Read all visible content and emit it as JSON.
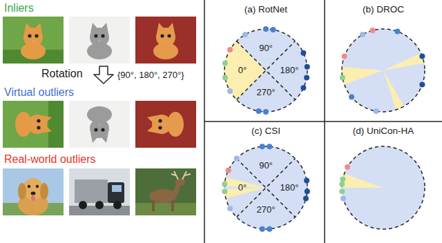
{
  "diagram": {
    "nodes": [
      {
        "text": [
          "(a) RotNet"
        ]
      },
      {
        "text": [
          "(b) DROC"
        ]
      },
      {
        "text": [
          "(c) CSI"
        ]
      },
      {
        "text": [
          "(d) UniCon-HA"
        ]
      }
    ],
    "labels": [
      "Inliers",
      "Rotation",
      "{90°, 180°, 270°}",
      "Virtual outliers",
      "Real-world outliers",
      "90°",
      "0°",
      "180°",
      "270°",
      "90°",
      "0°",
      "180°",
      "270°"
    ]
  }
}
